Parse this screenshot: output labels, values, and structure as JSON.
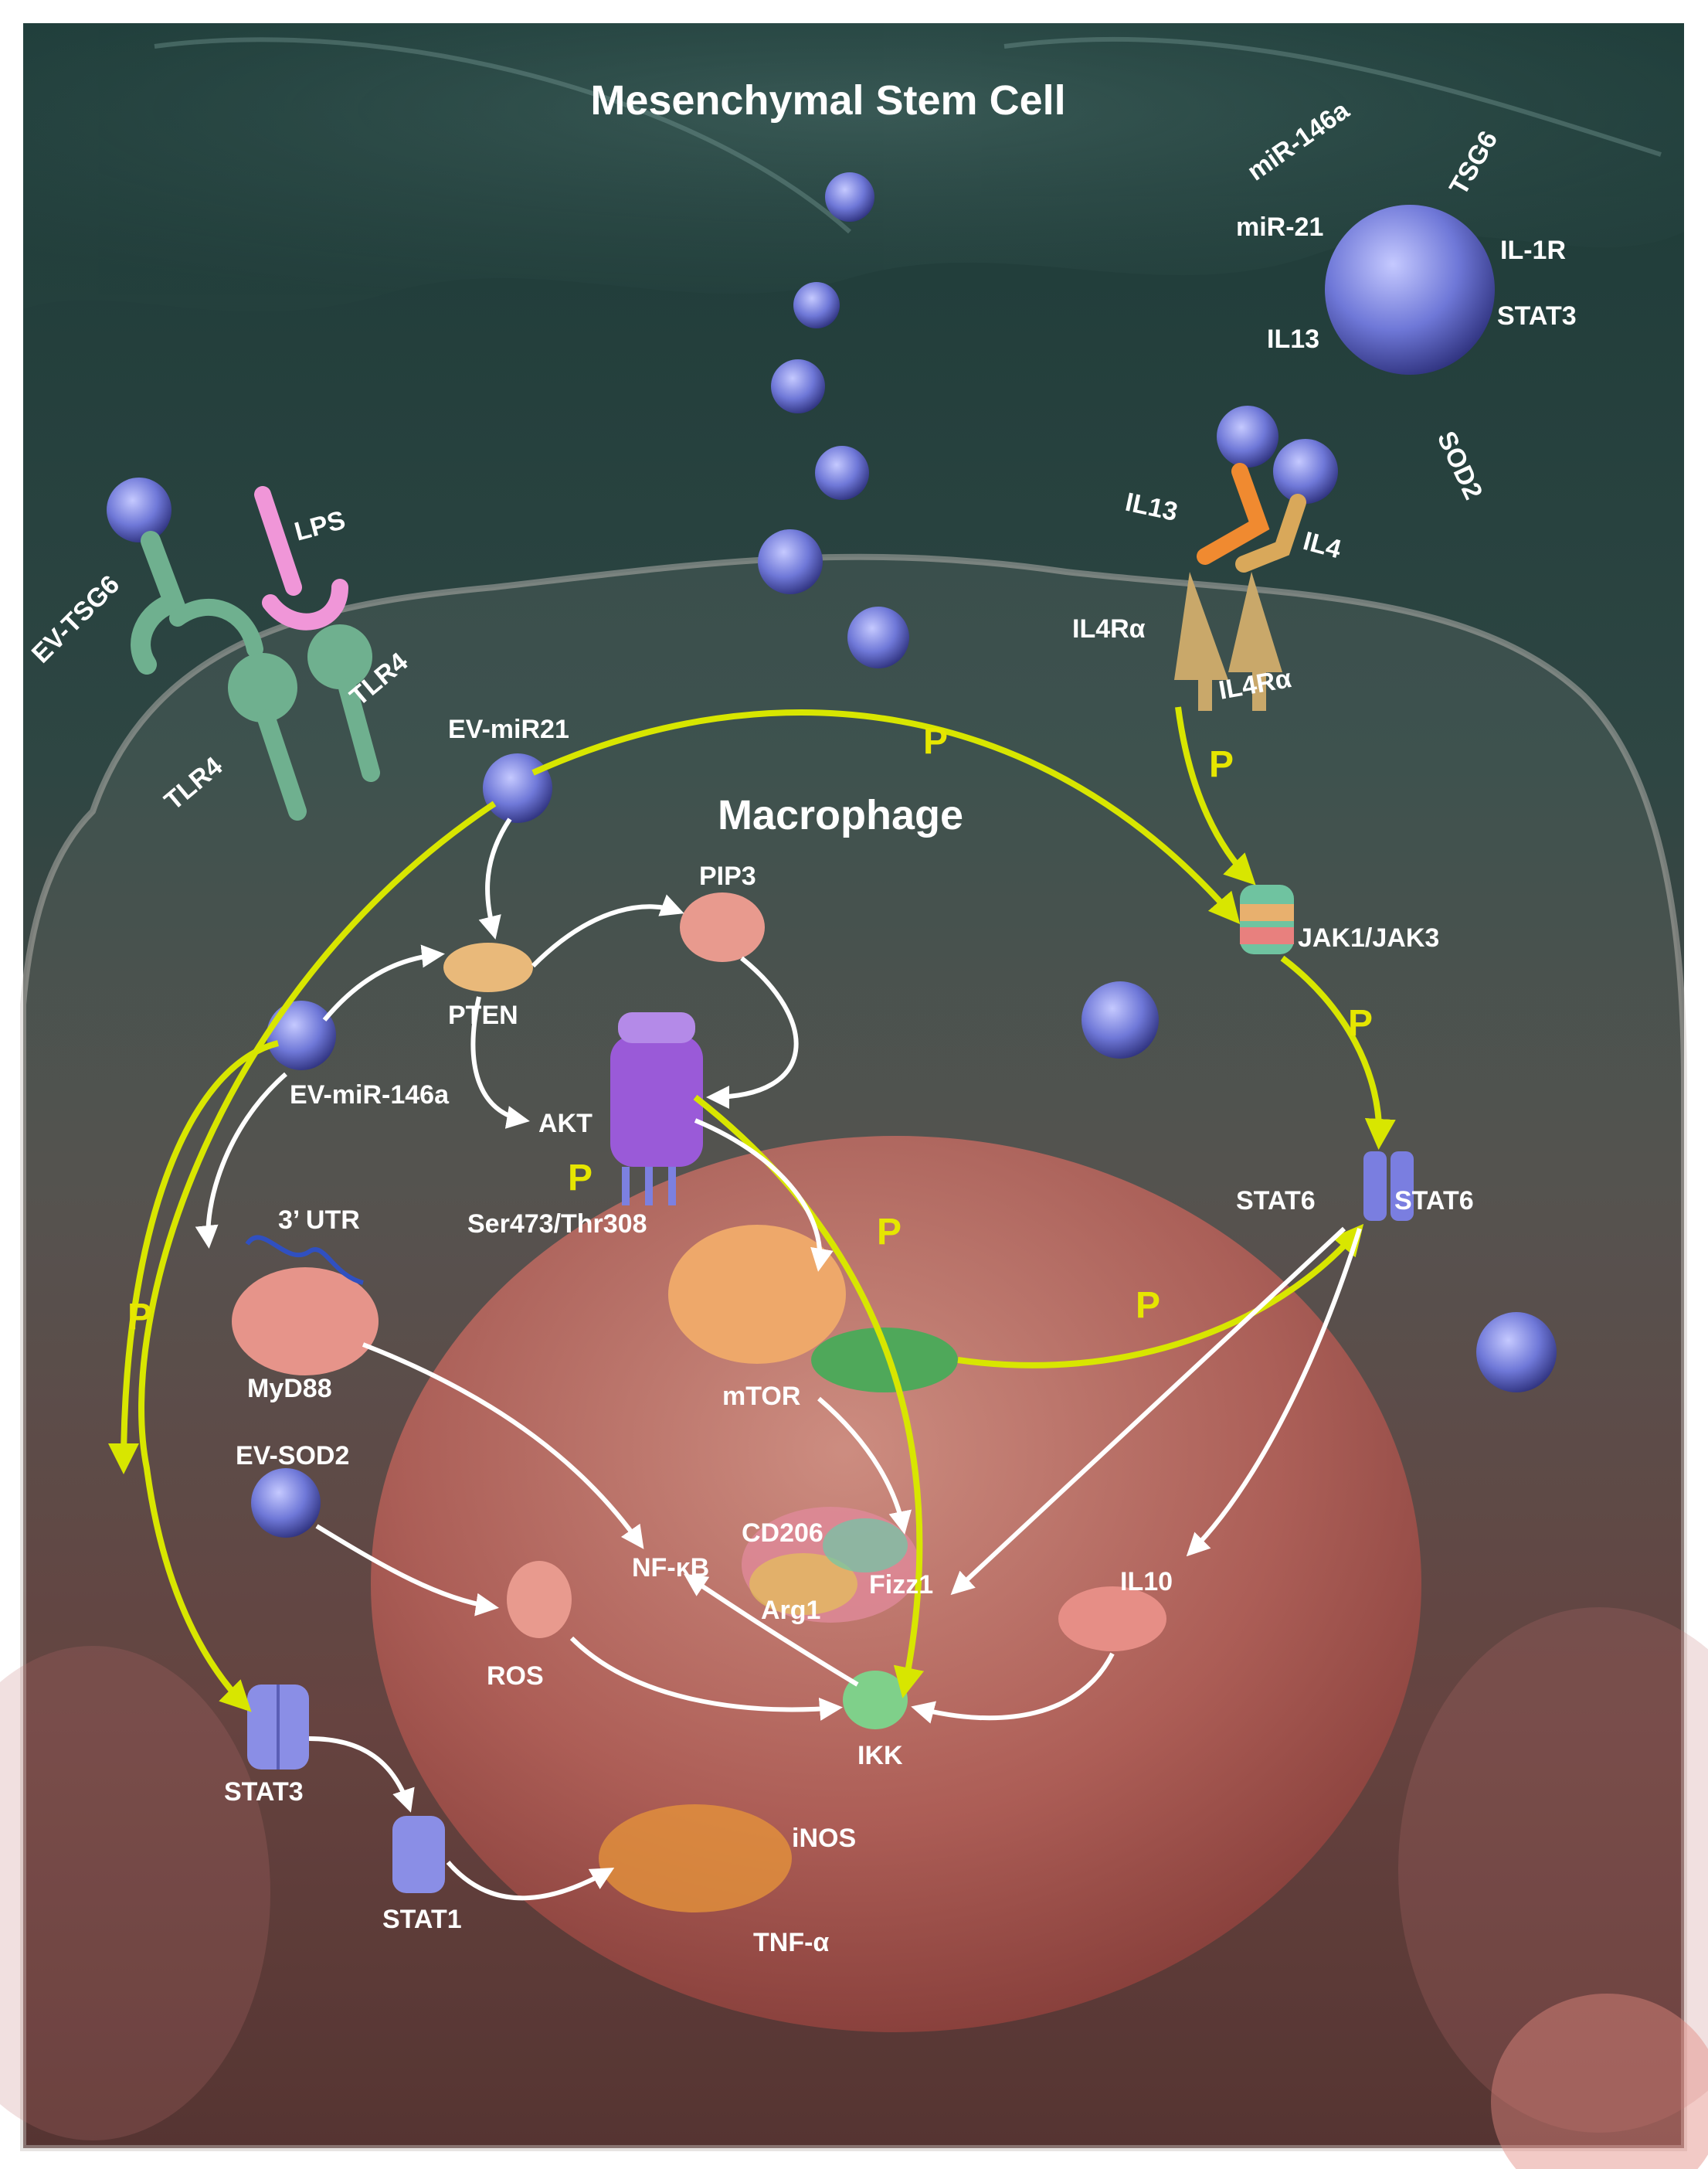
{
  "colors": {
    "bg_top": "#1e3b38",
    "bg_mid": "#3d4543",
    "bg_bottom": "#5a2a26",
    "nucleus": "#c46a5e",
    "vesicle": "#7f86e0",
    "phospho_arrow": "#d8e600",
    "signal_arrow": "#ffffff",
    "label_text": "#ffffff",
    "p_label": "#e6e600"
  },
  "titles": {
    "msc": "Mesenchymal Stem Cell",
    "macrophage": "Macrophage"
  },
  "vesicle_cargo": [
    "miR-146a",
    "TSG6",
    "miR-21",
    "IL-1R",
    "IL13",
    "STAT3",
    "SOD2"
  ],
  "receptors": {
    "ev_tsg6": "EV-TSG6",
    "lps": "LPS",
    "tlr4_a": "TLR4",
    "tlr4_b": "TLR4",
    "il13": "IL13",
    "il4": "IL4",
    "il4ra_a": "IL4Rα",
    "il4ra_b": "IL4Rα"
  },
  "nodes": {
    "ev_mir21": "EV-miR21",
    "ev_mir146a": "EV-miR-146a",
    "ev_sod2": "EV-SOD2",
    "pten": "PTEN",
    "pip3": "PIP3",
    "akt": "AKT",
    "ser_thr": "Ser473/Thr308",
    "utr": "3’ UTR",
    "myd88": "MyD88",
    "mtor": "mTOR",
    "jak": "JAK1/JAK3",
    "stat6_a": "STAT6",
    "stat6_b": "STAT6",
    "nfkb": "NF-κB",
    "cd206": "CD206",
    "fizz1": "Fizz1",
    "arg1": "Arg1",
    "il10": "IL10",
    "ros": "ROS",
    "ikk": "IKK",
    "stat3": "STAT3",
    "stat1": "STAT1",
    "inos": "iNOS",
    "tnfa": "TNF-α"
  },
  "phospho_label": "P"
}
